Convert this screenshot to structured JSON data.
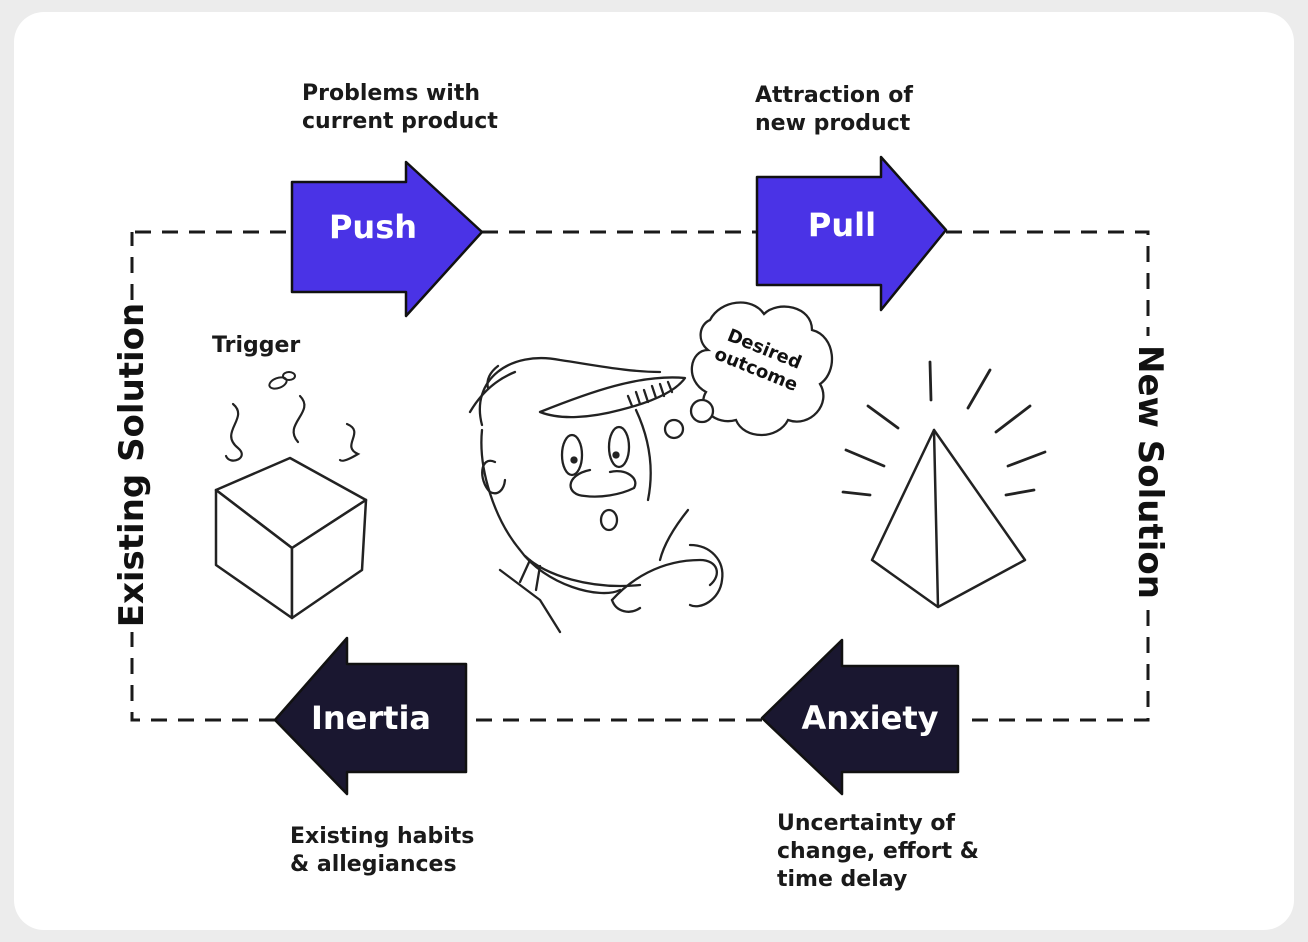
{
  "colors": {
    "push_pull": "#4a33e6",
    "inertia_anxiety": "#1a1730",
    "background": "#ececec"
  },
  "arrows": {
    "push": "Push",
    "pull": "Pull",
    "inertia": "Inertia",
    "anxiety": "Anxiety"
  },
  "labels": {
    "push_desc": "Problems with\ncurrent product",
    "pull_desc": "Attraction of\nnew product",
    "inertia_desc": "Existing habits\n& allegiances",
    "anxiety_desc": "Uncertainty of\nchange, effort &\ntime delay",
    "trigger": "Trigger",
    "thought": "Desired\noutcome"
  },
  "sides": {
    "left": "Existing Solution",
    "right": "New Solution"
  },
  "icons": [
    "cube-icon",
    "pyramid-icon",
    "person-icon",
    "thought-bubble-icon",
    "fly-icon"
  ]
}
